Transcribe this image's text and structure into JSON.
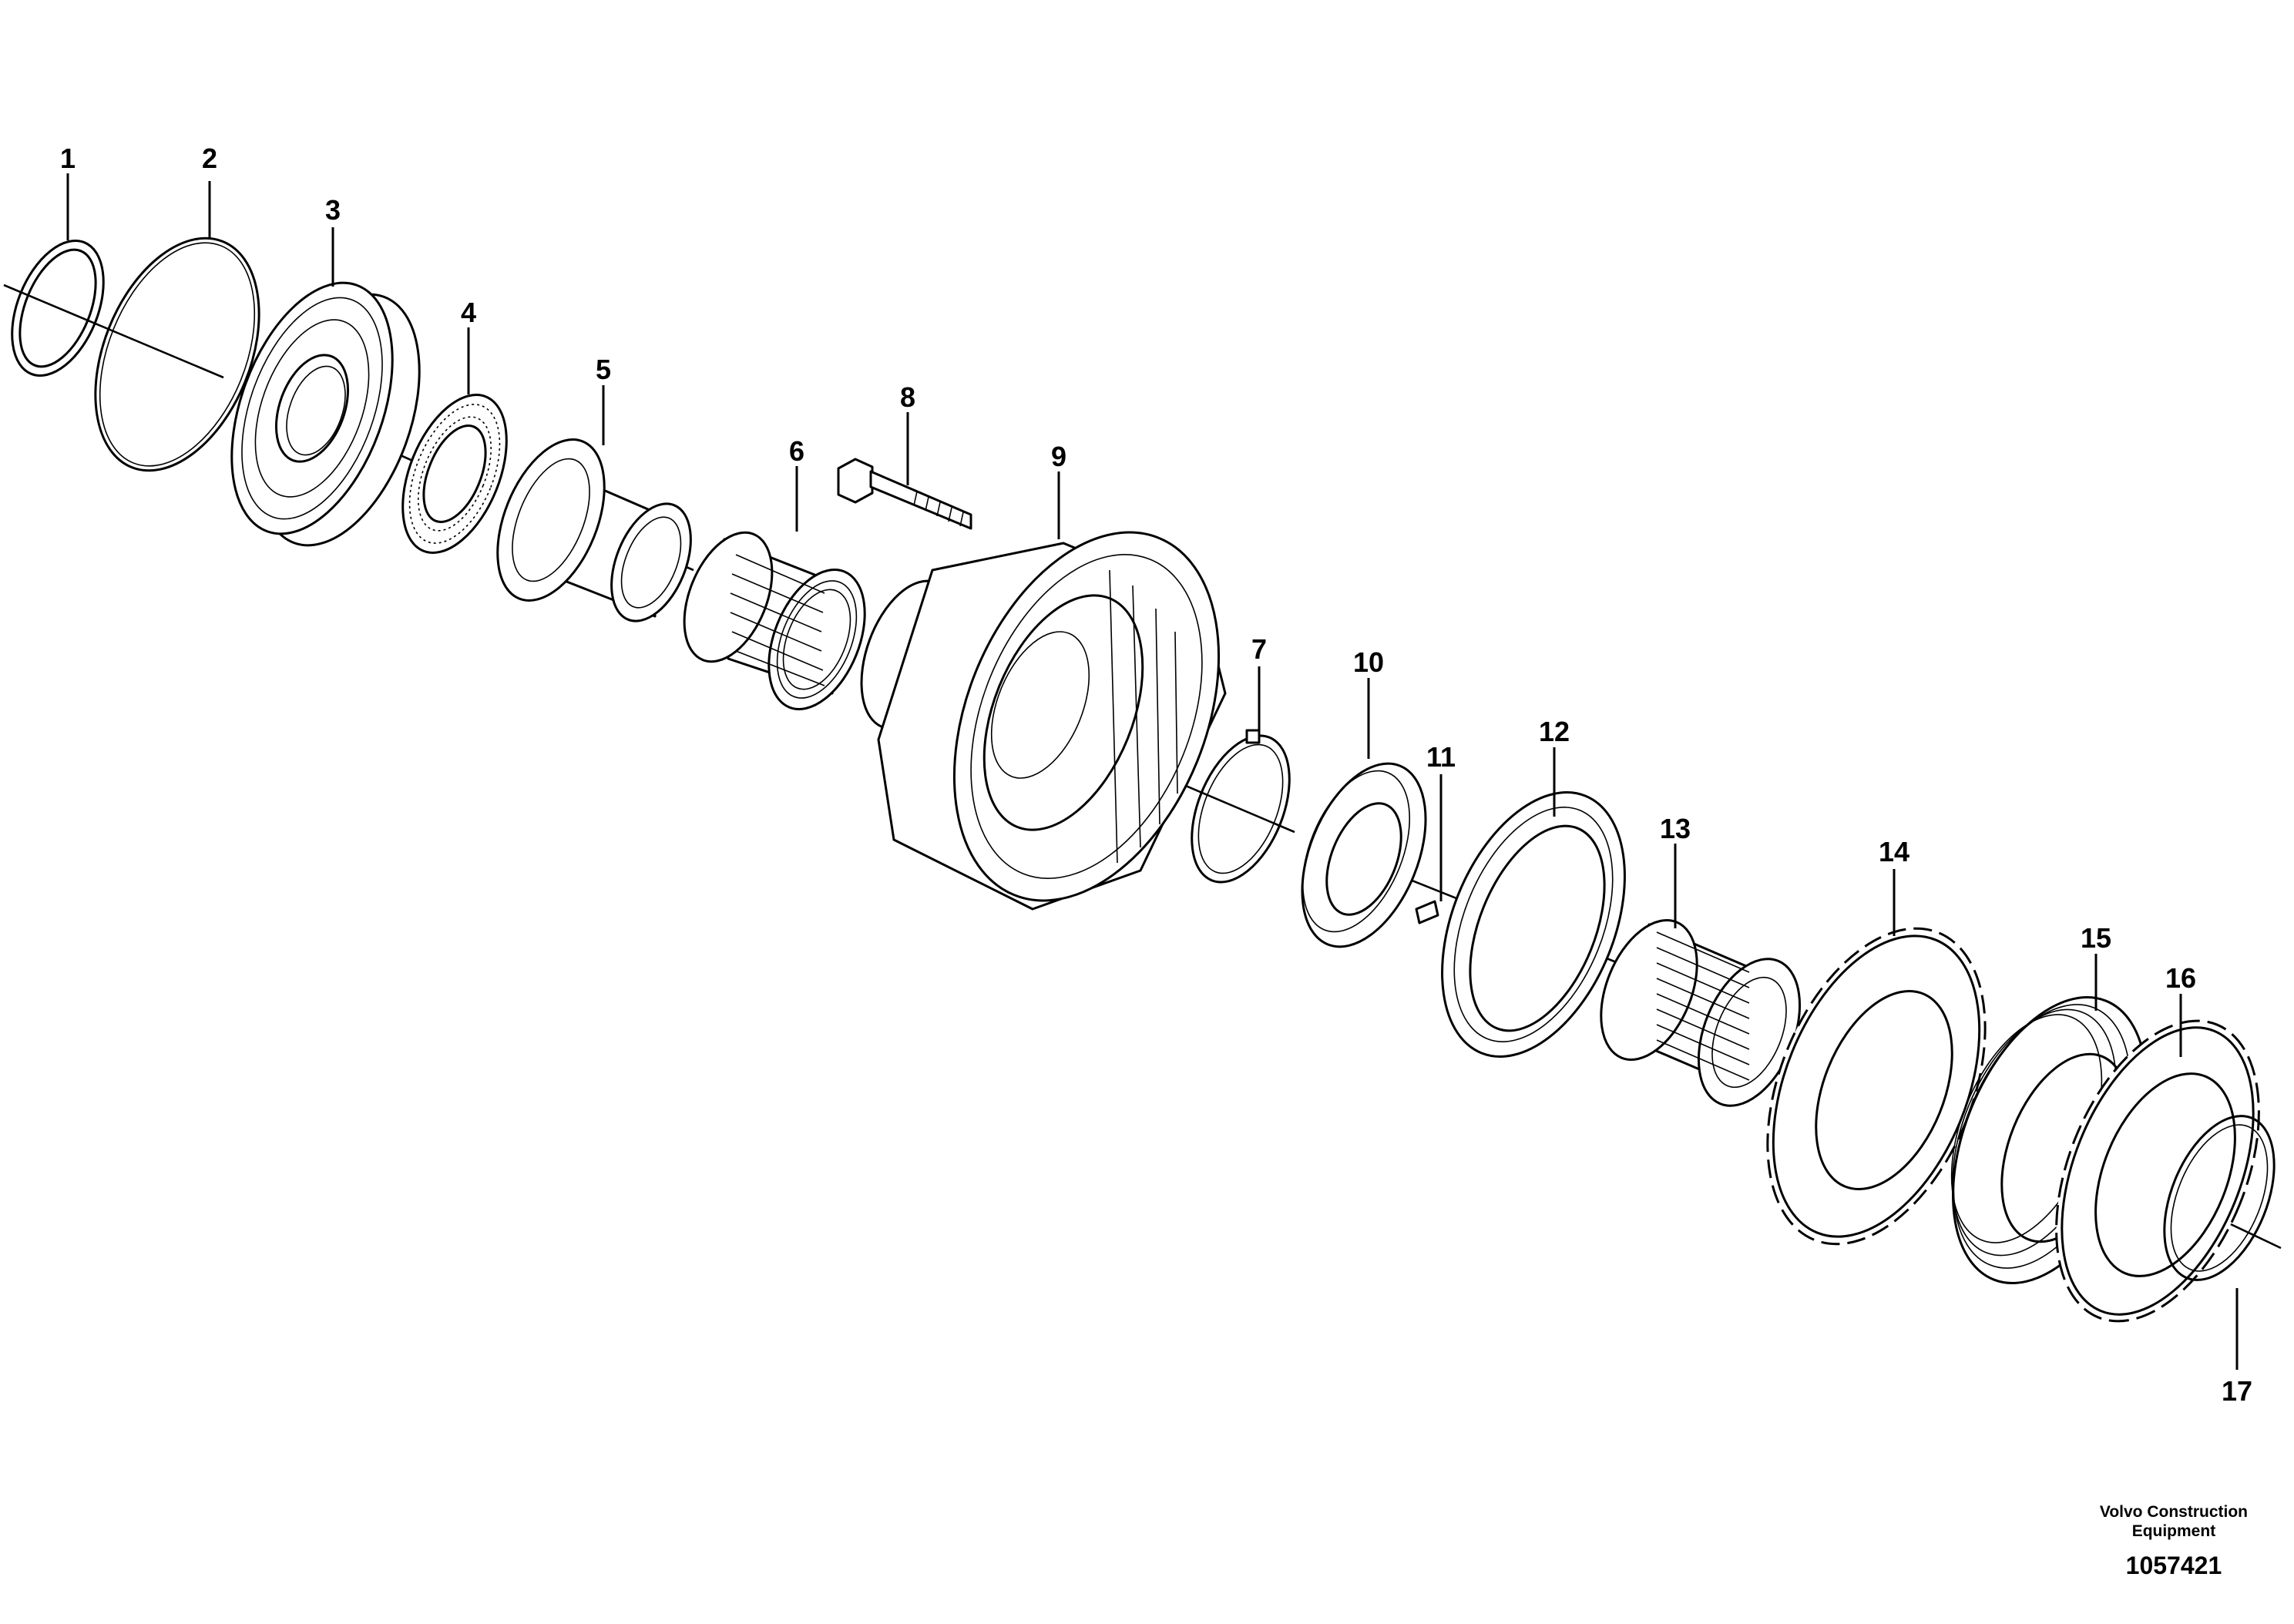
{
  "callouts": [
    {
      "id": "1",
      "label": "1"
    },
    {
      "id": "2",
      "label": "2"
    },
    {
      "id": "3",
      "label": "3"
    },
    {
      "id": "4",
      "label": "4"
    },
    {
      "id": "5",
      "label": "5"
    },
    {
      "id": "6",
      "label": "6"
    },
    {
      "id": "7",
      "label": "7"
    },
    {
      "id": "8",
      "label": "8"
    },
    {
      "id": "9",
      "label": "9"
    },
    {
      "id": "10",
      "label": "10"
    },
    {
      "id": "11",
      "label": "11"
    },
    {
      "id": "12",
      "label": "12"
    },
    {
      "id": "13",
      "label": "13"
    },
    {
      "id": "14",
      "label": "14"
    },
    {
      "id": "15",
      "label": "15"
    },
    {
      "id": "16",
      "label": "16"
    },
    {
      "id": "17",
      "label": "17"
    }
  ],
  "footer": {
    "brand_line1": "Volvo Construction",
    "brand_line2": "Equipment",
    "document_number": "1057421"
  }
}
